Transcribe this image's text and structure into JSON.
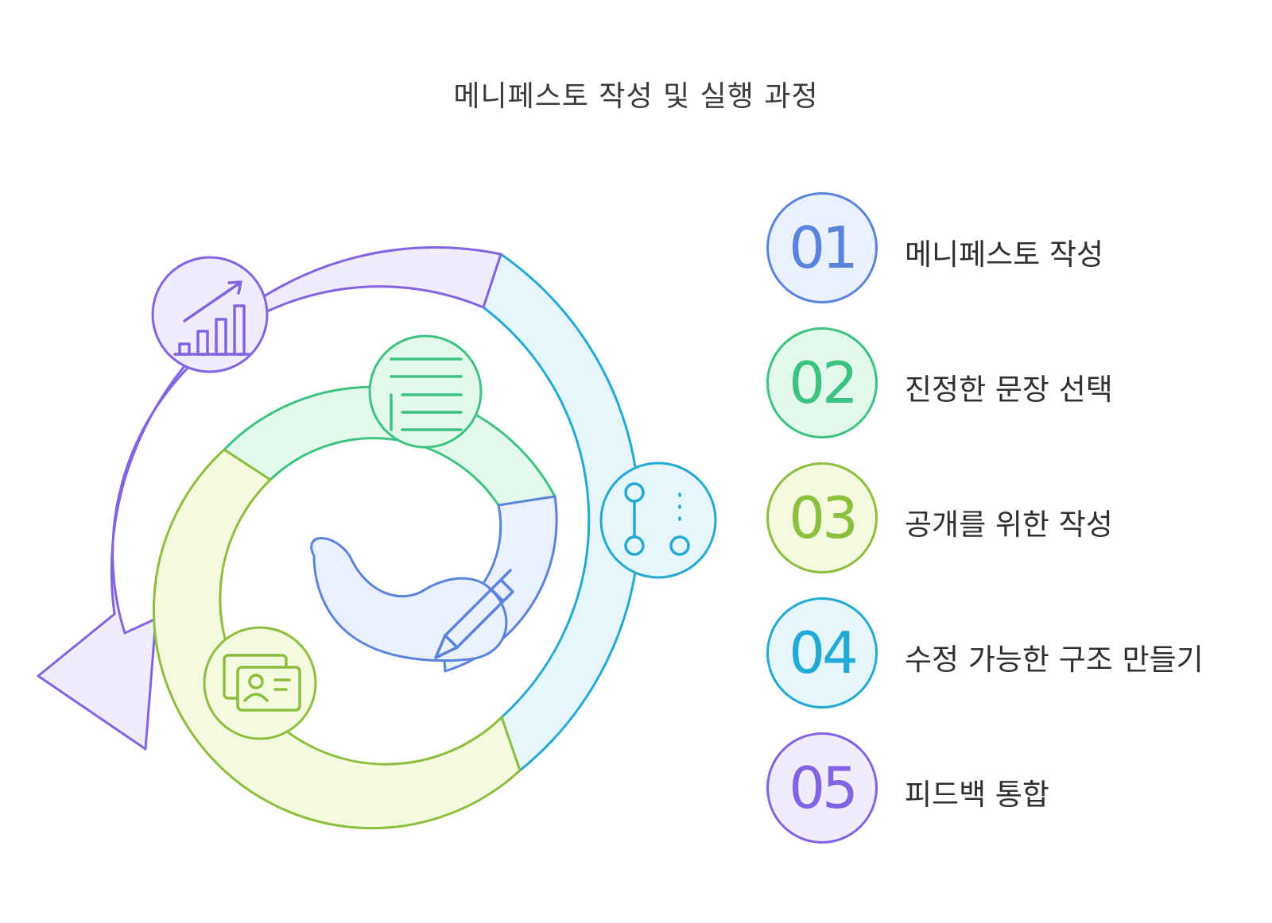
{
  "title": "메니페스토 작성 및 실행 과정",
  "steps": [
    {
      "number": "01",
      "label": "메니페스토 작성",
      "color": "#5a83dd",
      "fill": "#eaf0fd"
    },
    {
      "number": "02",
      "label": "진정한 문장 선택",
      "color": "#3cc37f",
      "fill": "#e3f9ee"
    },
    {
      "number": "03",
      "label": "공개를 위한 작성",
      "color": "#8bbf3c",
      "fill": "#f3fadf"
    },
    {
      "number": "04",
      "label": "수정 가능한 구조 만들기",
      "color": "#23a9d6",
      "fill": "#e5f7fd"
    },
    {
      "number": "05",
      "label": "피드백 통합",
      "color": "#8263e3",
      "fill": "#f0ecfc"
    }
  ]
}
